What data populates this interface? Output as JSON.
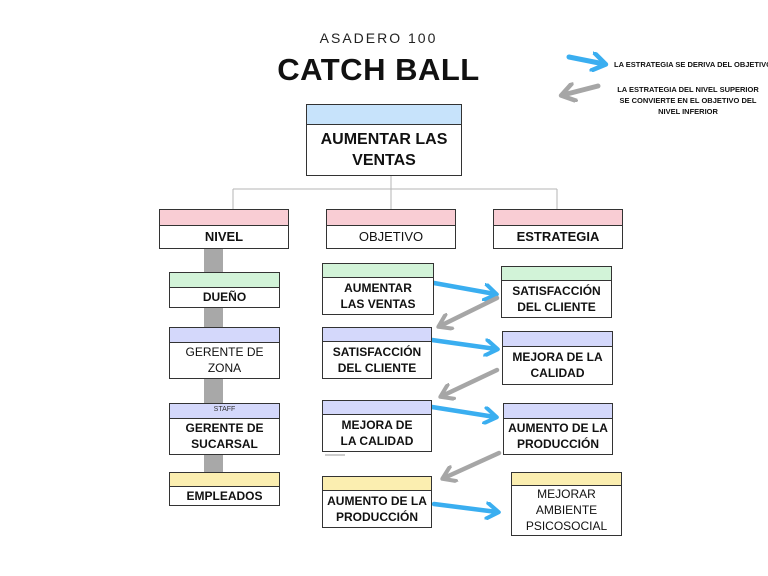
{
  "header": {
    "subtitle": "ASADERO 100",
    "title": "CATCH BALL"
  },
  "legend": {
    "blue_arrow_text": "LA ESTRATEGIA SE DERIVA DEL OBJETIVO",
    "gray_arrow_text": "LA ESTRATEGIA DEL NIVEL SUPERIOR SE CONVIERTE EN EL OBJETIVO DEL NIVEL INFERIOR"
  },
  "top_box": {
    "label": "AUMENTAR LAS VENTAS"
  },
  "columns": {
    "nivel": "NIVEL",
    "objetivo": "OBJETIVO",
    "estrategia": "ESTRATEGIA"
  },
  "levels": [
    {
      "label": "DUEÑO",
      "tag": ""
    },
    {
      "label": "GERENTE DE ZONA",
      "tag": ""
    },
    {
      "label": "GERENTE DE SUCARSAL",
      "tag": "STAFF"
    },
    {
      "label": "EMPLEADOS",
      "tag": ""
    }
  ],
  "objectives": [
    {
      "label": "AUMENTAR LAS VENTAS"
    },
    {
      "label": "SATISFACCIÓN DEL CLIENTE"
    },
    {
      "label": "MEJORA DE LA CALIDAD"
    },
    {
      "label": "AUMENTO DE LA PRODUCCIÓN"
    }
  ],
  "strategies": [
    {
      "label": "SATISFACCIÓN DEL CLIENTE"
    },
    {
      "label": "MEJORA DE LA CALIDAD"
    },
    {
      "label": "AUMENTO DE LA PRODUCCIÓN"
    },
    {
      "label": "MEJORAR AMBIENTE PSICOSOCIAL"
    }
  ],
  "colors": {
    "blue_arrow": "#3aaef0",
    "gray_arrow": "#a6a6a6",
    "top_bar": "#c7e3fb",
    "column_bar": "#f9cdd4",
    "green_bar": "#d2f3d8",
    "lavender_bar": "#d4d8fb",
    "yellow_bar": "#fbeeb0",
    "connector": "#b5b5b5",
    "spine": "#a8a8a8"
  }
}
